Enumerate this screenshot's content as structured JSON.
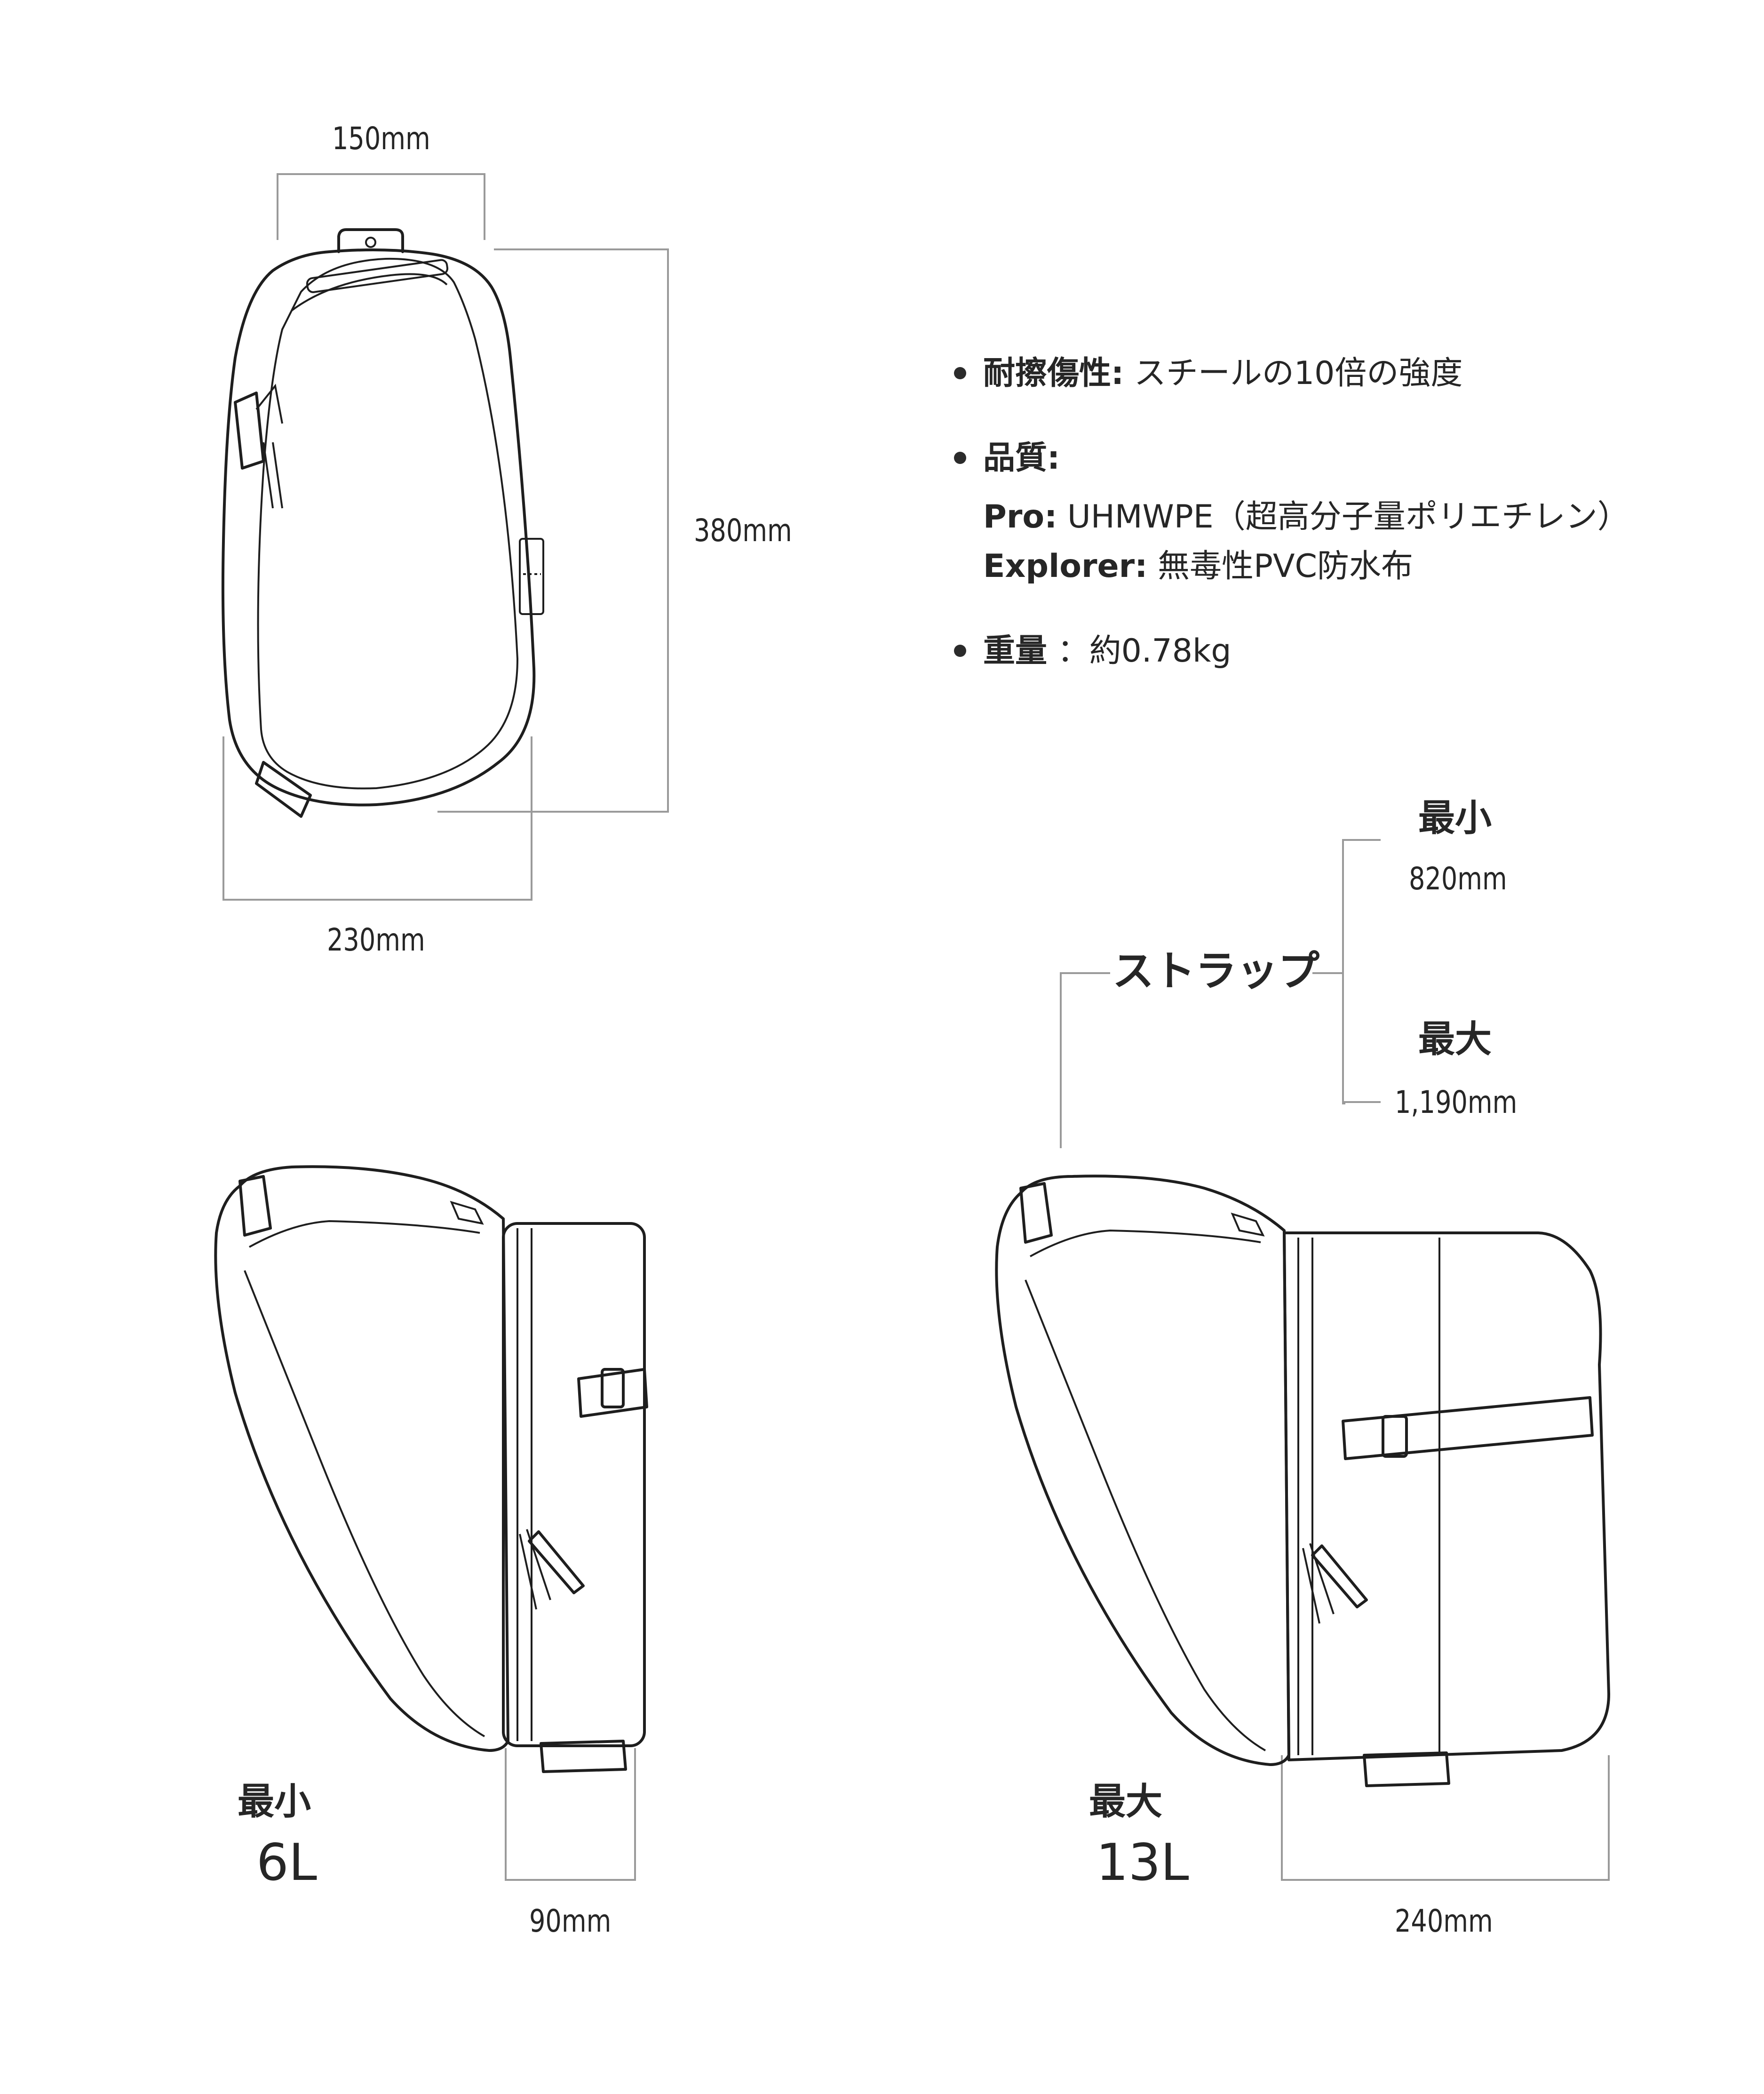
{
  "dimensions": {
    "top_width": "150mm",
    "height": "380mm",
    "bottom_width": "230mm",
    "depth_min": "90mm",
    "depth_max": "240mm"
  },
  "specs": {
    "abrasion_label": "耐擦傷性:",
    "abrasion_value": "スチールの10倍の強度",
    "quality_label": "品質:",
    "pro_label": "Pro:",
    "pro_value": "UHMWPE（超高分子量ポリエチレン）",
    "explorer_label": "Explorer:",
    "explorer_value": "無毒性PVC防水布",
    "weight_label": "重量",
    "weight_value": "：約0.78kg"
  },
  "strap": {
    "label": "ストラップ",
    "min_label": "最小",
    "min_value": "820mm",
    "max_label": "最大",
    "max_value": "1,190mm"
  },
  "capacity": {
    "min_label": "最小",
    "min_value": "6L",
    "max_label": "最大",
    "max_value": "13L"
  }
}
